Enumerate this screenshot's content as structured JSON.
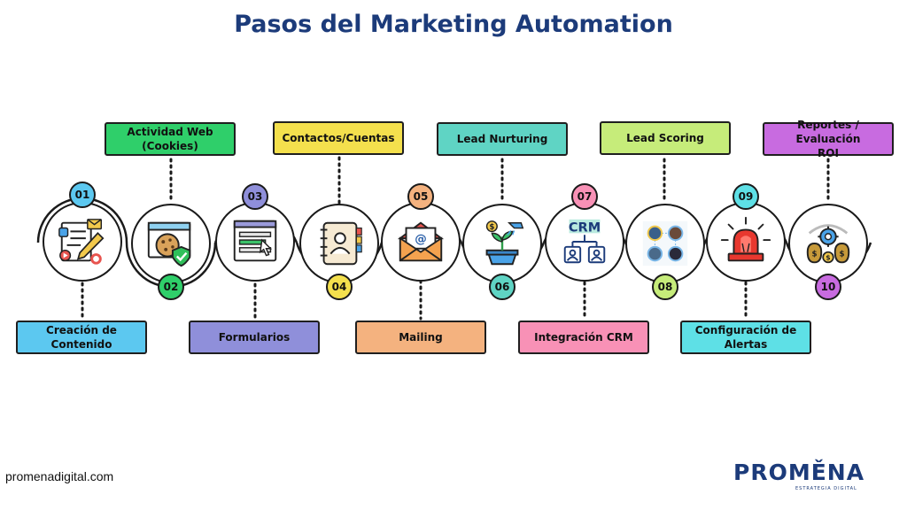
{
  "title": "Pasos del Marketing Automation",
  "steps": [
    {
      "number": "01",
      "label": "Creación de Contenido",
      "color": "#5cc8f0",
      "icon": "content-creation-icon"
    },
    {
      "number": "02",
      "label": "Actividad Web\n(Cookies)",
      "color": "#2fcf6a",
      "icon": "cookie-icon"
    },
    {
      "number": "03",
      "label": "Formularios",
      "color": "#8f8fda",
      "icon": "form-icon"
    },
    {
      "number": "04",
      "label": "Contactos/Cuentas",
      "color": "#f4e04d",
      "icon": "contact-book-icon"
    },
    {
      "number": "05",
      "label": "Mailing",
      "color": "#f4b27f",
      "icon": "email-icon"
    },
    {
      "number": "06",
      "label": "Lead Nurturing",
      "color": "#5fd4c4",
      "icon": "plant-growth-icon"
    },
    {
      "number": "07",
      "label": "Integración CRM",
      "color": "#f891b6",
      "icon": "crm-icon"
    },
    {
      "number": "08",
      "label": "Lead Scoring",
      "color": "#c6ec7a",
      "icon": "lead-scoring-icon"
    },
    {
      "number": "09",
      "label": "Configuración de\nAlertas",
      "color": "#5ee0e6",
      "icon": "alert-siren-icon"
    },
    {
      "number": "10",
      "label": "Reportes / Evaluación\nROI",
      "color": "#c86be0",
      "icon": "roi-money-icon"
    }
  ],
  "footer": {
    "url": "promenadigital.com",
    "brand_name": "PROMĚNA",
    "brand_tagline": "ESTRATEGIA DIGITAL"
  }
}
